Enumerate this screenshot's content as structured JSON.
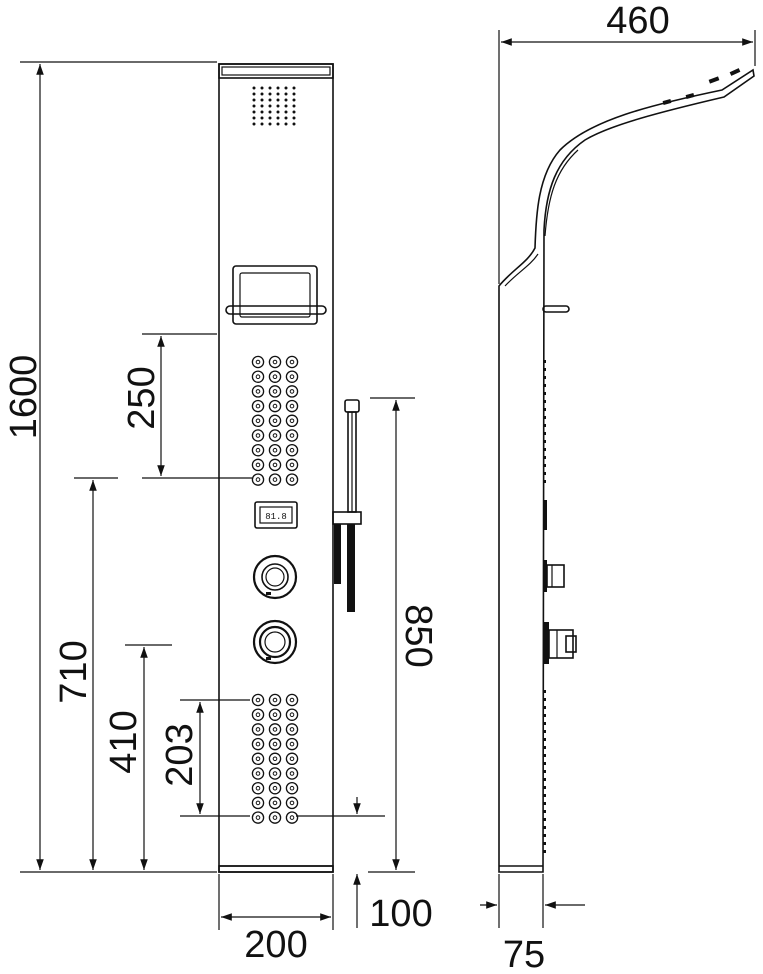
{
  "dimensions": {
    "width_top": "460",
    "height_total": "1600",
    "height_250": "250",
    "height_710": "710",
    "height_410": "410",
    "height_203": "203",
    "height_850": "850",
    "offset_100": "100",
    "width_200": "200",
    "depth_75": "75"
  },
  "display": {
    "label": "81.8"
  },
  "colors": {
    "line": "#111111",
    "background": "#ffffff"
  }
}
